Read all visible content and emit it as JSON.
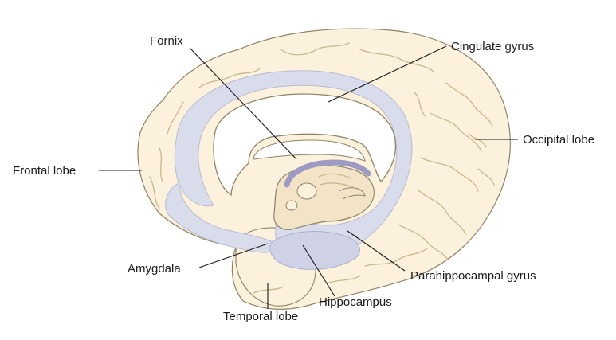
{
  "labels": {
    "fornix": "Fornix",
    "cingulate_gyrus": "Cingulate gyrus",
    "occipital_lobe": "Occipital lobe",
    "frontal_lobe": "Frontal lobe",
    "amygdala": "Amygdala",
    "parahippocampal_gyrus": "Parahippocampal gyrus",
    "hippocampus": "Hippocampus",
    "temporal_lobe": "Temporal lobe"
  },
  "colors": {
    "cortex": "#fbf1dc",
    "limbic": "#d9dcea",
    "limbic_dark": "#bfc3dc",
    "fornix": "#9d9ac3",
    "brainstem": "#f3e4c7",
    "text": "#1a1a1a"
  }
}
